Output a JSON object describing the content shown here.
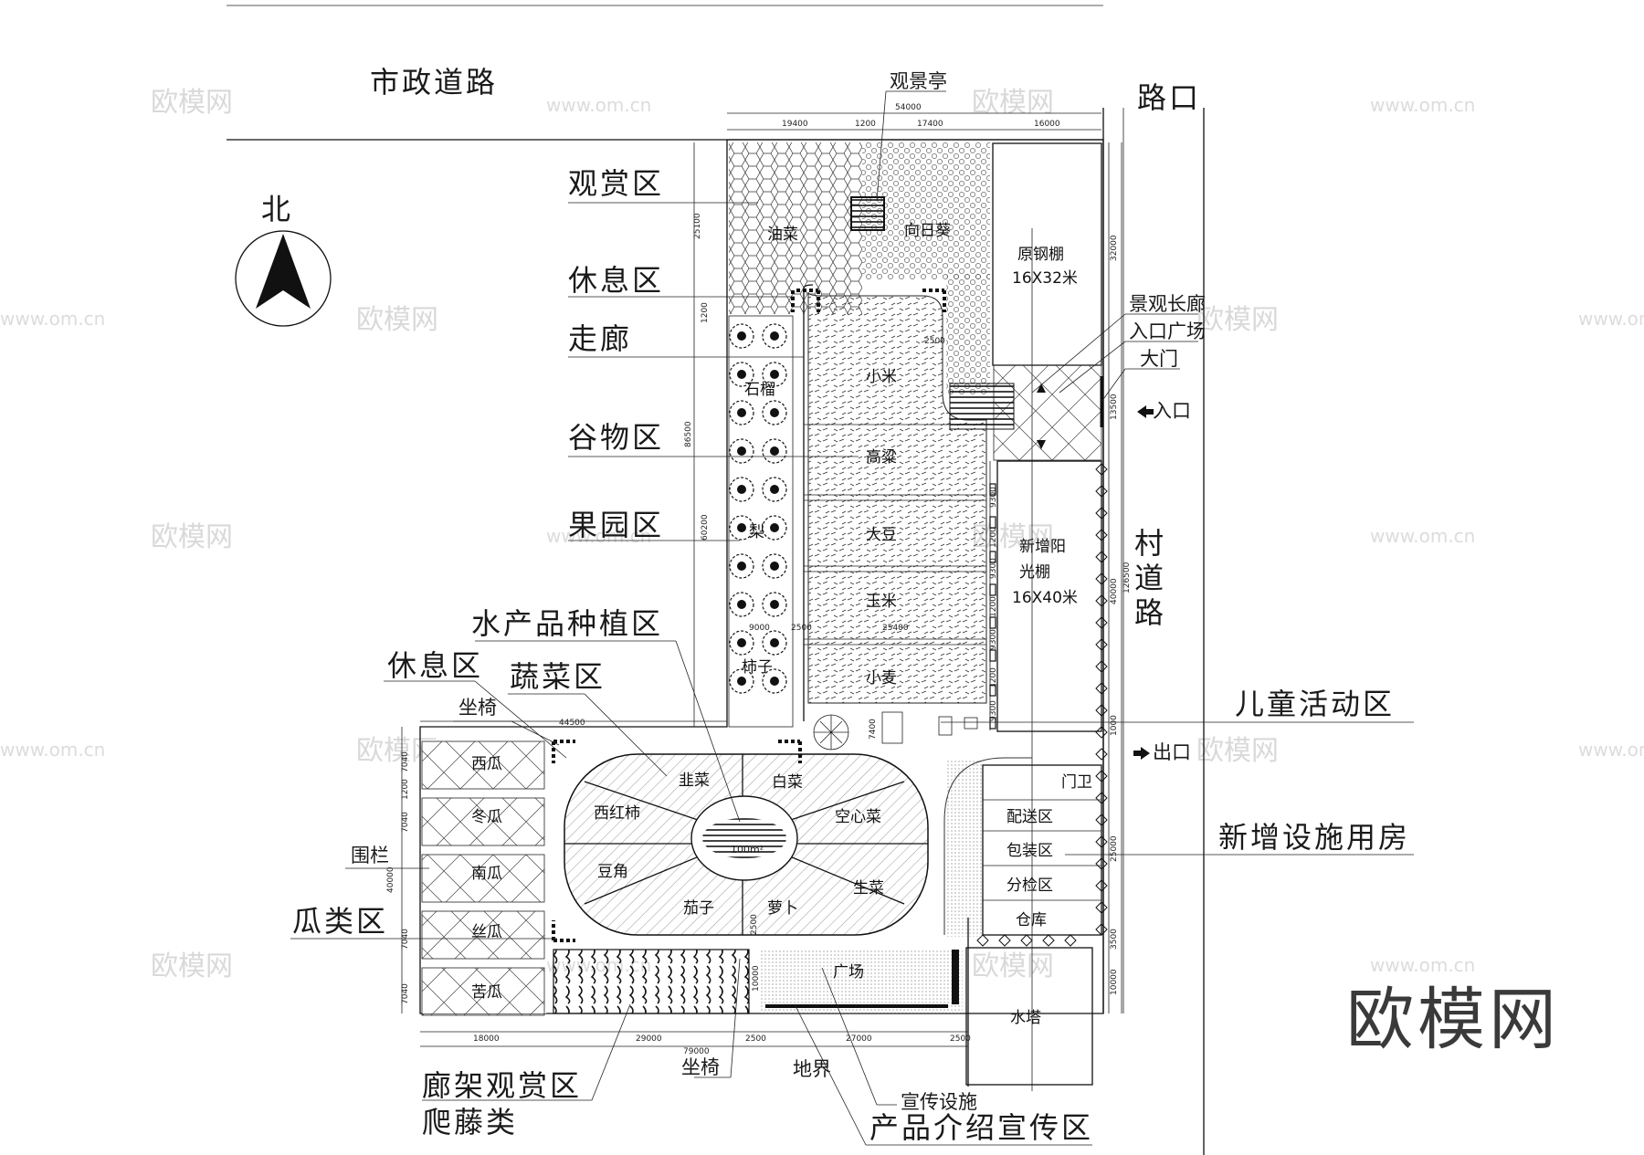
{
  "watermark": {
    "brand": "欧模网",
    "site": "www.om.cn"
  },
  "north": {
    "label": "北"
  },
  "roads": {
    "municipal": "市政道路",
    "intersection": "路口",
    "village": "村道路",
    "entrance": "入口",
    "exit": "出口",
    "boundary": "地界"
  },
  "callouts": {
    "viewing_area": "观赏区",
    "rest_area_1": "休息区",
    "corridor": "走廊",
    "grain_area": "谷物区",
    "orchard_area": "果园区",
    "aquatic_area": "水产品种植区",
    "rest_area_2": "休息区",
    "vegetable_area": "蔬菜区",
    "bench_1": "坐椅",
    "fence": "围栏",
    "melon_area": "瓜类区",
    "pergola_area": "廊架观赏区",
    "climbing": "爬藤类",
    "bench_2": "坐椅",
    "promo_facility": "宣传设施",
    "promo_area": "产品介绍宣传区",
    "pavilion": "观景亭",
    "landscape_corridor": "景观长廊",
    "entrance_plaza": "入口广场",
    "gate": "大门",
    "kids_area": "儿童活动区",
    "new_facility": "新增设施用房"
  },
  "zones": {
    "rapeseed": "油菜",
    "sunflower": "向日葵",
    "steel_shed": "原钢棚",
    "steel_shed_size": "16X32米",
    "pomegranate": "石榴",
    "pear": "梨",
    "persimmon": "柿子",
    "millet": "小米",
    "sorghum": "高粱",
    "soybean": "大豆",
    "corn": "玉米",
    "wheat": "小麦",
    "sun_shed_1": "新增阳",
    "sun_shed_2": "光棚",
    "sun_shed_size": "16X40米",
    "watermelon": "西瓜",
    "wax_gourd": "冬瓜",
    "pumpkin": "南瓜",
    "loofah": "丝瓜",
    "bitter_gourd": "苦瓜",
    "chives": "韭菜",
    "cabbage": "白菜",
    "tomato": "西红柿",
    "water_spinach": "空心菜",
    "beans": "豆角",
    "lettuce": "生菜",
    "eggplant": "茄子",
    "radish": "萝卜",
    "pond_area": "100m²",
    "guard": "门卫",
    "delivery": "配送区",
    "packing": "包装区",
    "sorting": "分检区",
    "warehouse": "仓库",
    "plaza": "广场",
    "water_tower": "水塔"
  },
  "dimensions": {
    "top_total": "54000",
    "top_a": "19400",
    "top_b": "1200",
    "top_c": "17400",
    "top_d": "16000",
    "left_a": "25100",
    "left_b": "1200",
    "left_c": "86500",
    "left_d": "60200",
    "in_a": "2500",
    "in_b": "9000",
    "in_c": "2500",
    "in_d": "25400",
    "right_a": "32000",
    "right_b": "13500",
    "right_c": "126500",
    "right_d": "40000",
    "right_e": "1000",
    "right_f": "25000",
    "right_g": "3500",
    "right_h": "10000",
    "shed_a": "9300",
    "shed_b": "1200",
    "shed_c": "9300",
    "shed_d": "1200",
    "shed_e": "9300",
    "shed_f": "1200",
    "shed_g": "9300",
    "mel_total": "44500",
    "mel_a": "7040",
    "mel_b": "1200",
    "mel_h": "40000",
    "mel_i": "10000",
    "kid_a": "7400",
    "bot_a": "18000",
    "bot_b": "29000",
    "bot_c": "79000",
    "bot_d": "2500",
    "bot_e": "27000",
    "bot_f": "2500",
    "gap": "2500"
  }
}
